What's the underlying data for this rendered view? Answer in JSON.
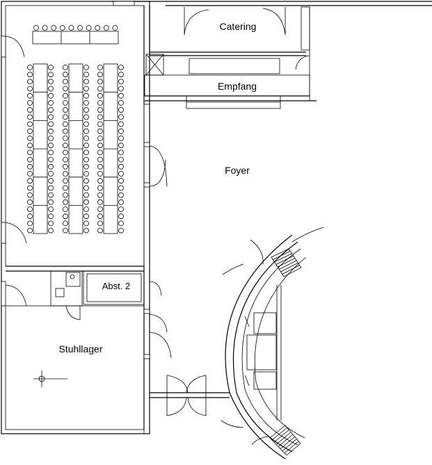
{
  "rooms": {
    "catering": "Catering",
    "empfang": "Empfang",
    "foyer": "Foyer",
    "abst2": "Abst. 2",
    "stuhllager": "Stuhllager"
  }
}
